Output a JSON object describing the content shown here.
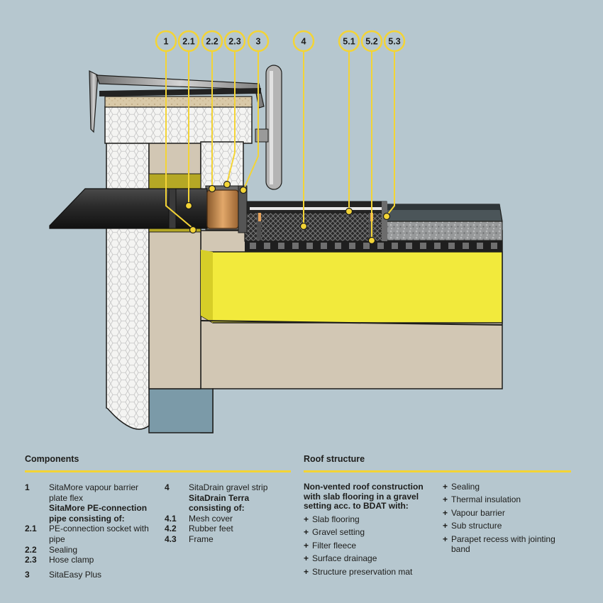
{
  "callouts": [
    "1",
    "2.1",
    "2.2",
    "2.3",
    "3",
    "4",
    "5.1",
    "5.2",
    "5.3"
  ],
  "colors": {
    "background": "#b6c7cf",
    "accent_yellow": "#f3d436",
    "insulation_yellow": "#f2ea3c",
    "concrete": "#d2c7b4",
    "pipe": "#2a2a2a",
    "copper": "#c98a4b"
  },
  "components": {
    "heading": "Components",
    "col1": [
      {
        "num": "1",
        "text": "SitaMore vapour barrier plate flex"
      },
      {
        "num": "",
        "text": "SitaMore PE-connection pipe consisting of:",
        "bold": true
      },
      {
        "num": "2.1",
        "text": "PE-connection socket with pipe"
      },
      {
        "num": "2.2",
        "text": "Sealing"
      },
      {
        "num": "2.3",
        "text": "Hose clamp"
      },
      {
        "num": "3",
        "text": "SitaEasy Plus"
      }
    ],
    "col2": [
      {
        "num": "4",
        "text": "SitaDrain gravel strip"
      },
      {
        "num": "",
        "text": "SitaDrain Terra consisting of:",
        "bold": true
      },
      {
        "num": "4.1",
        "text": "Mesh cover"
      },
      {
        "num": "4.2",
        "text": "Rubber feet"
      },
      {
        "num": "4.3",
        "text": "Frame"
      }
    ]
  },
  "roof_structure": {
    "heading": "Roof structure",
    "intro": "Non-vented roof construction with slab flooring in a gravel setting acc. to BDAT with:",
    "list1": [
      "Slab flooring",
      "Gravel setting",
      "Filter fleece",
      "Surface drainage",
      "Structure preservation mat"
    ],
    "list2": [
      "Sealing",
      "Thermal insulation",
      "Vapour barrier",
      "Sub structure",
      "Parapet recess with jointing band"
    ],
    "bullet": "+"
  }
}
